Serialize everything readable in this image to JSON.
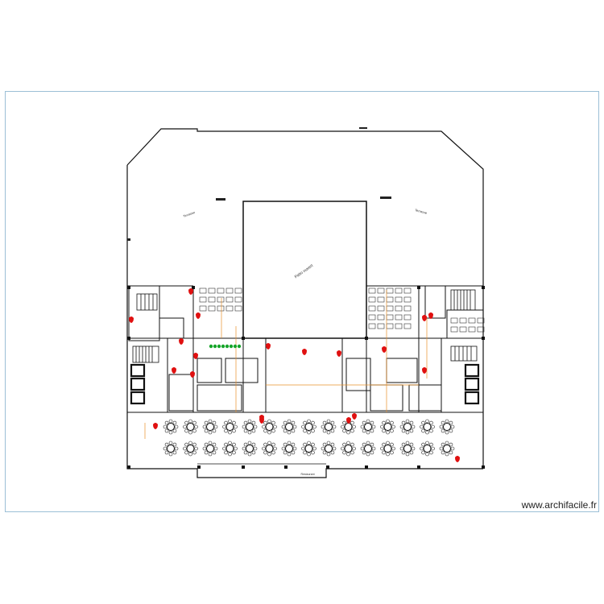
{
  "plan": {
    "labels": {
      "terrace_left": "Terrasse",
      "terrace_right": "Terrasse",
      "patio": "Patio ouvert",
      "dining": "Restaurant"
    },
    "colors": {
      "wall": "#111111",
      "line": "#444444",
      "circulation": "#e8902a",
      "extinguisher": "#e01010",
      "plant": "#17a52a",
      "frame": "#9bbfd6"
    },
    "icons": [
      "fire-extinguisher-icon",
      "plant-icon",
      "round-table-icon",
      "desk-icon",
      "staircase-icon",
      "elevator-icon"
    ]
  },
  "watermark": "www.archifacile.fr"
}
